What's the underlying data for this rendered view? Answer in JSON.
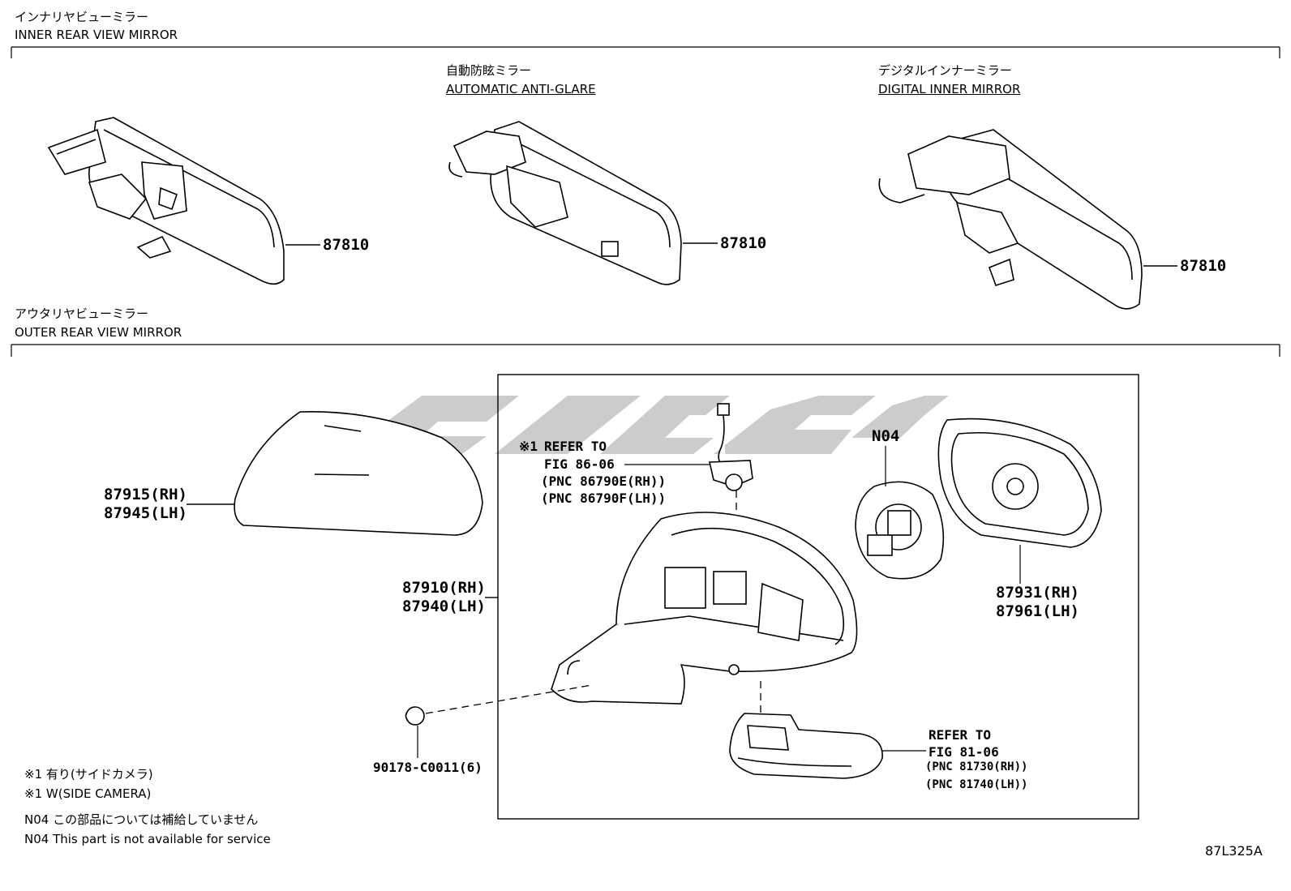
{
  "sections": {
    "inner": {
      "title_jp": "インナリヤビューミラー",
      "title_en": "INNER REAR VIEW MIRROR"
    },
    "outer": {
      "title_jp": "アウタリヤビューミラー",
      "title_en": "OUTER REAR VIEW MIRROR"
    }
  },
  "variants": {
    "auto_antiglare": {
      "jp": "自動防眩ミラー",
      "en": "AUTOMATIC ANTI-GLARE"
    },
    "digital_mirror": {
      "jp": "デジタルインナーミラー",
      "en": "DIGITAL INNER MIRROR"
    }
  },
  "parts": {
    "inner_std": "87810",
    "inner_auto": "87810",
    "inner_digital": "87810",
    "cover_rh": "87915(RH)",
    "cover_lh": "87945(LH)",
    "assy_rh": "87910(RH)",
    "assy_lh": "87940(LH)",
    "n04": "N04",
    "glass_rh": "87931(RH)",
    "glass_lh": "87961(LH)",
    "clip": "90178-C0011(6)"
  },
  "refs": {
    "camera": {
      "mark": "※1",
      "line1": "REFER TO",
      "line2": "FIG 86-06",
      "line3": "(PNC 86790E(RH))",
      "line4": "(PNC 86790F(LH))"
    },
    "lamp": {
      "line1": "REFER TO",
      "line2": "FIG 81-06",
      "line3": "(PNC 81730(RH))",
      "line4": "(PNC 81740(LH))"
    }
  },
  "notes": {
    "n1_jp": "※1 有り(サイドカメラ)",
    "n1_en": "※1 W(SIDE CAMERA)",
    "n04_jp": "N04 この部品については補給していません",
    "n04_en": "N04 This part is not available for service"
  },
  "figure_code": "87L325A",
  "colors": {
    "line": "#000000",
    "watermark": "#c8c8c8",
    "frame": "#000000"
  }
}
